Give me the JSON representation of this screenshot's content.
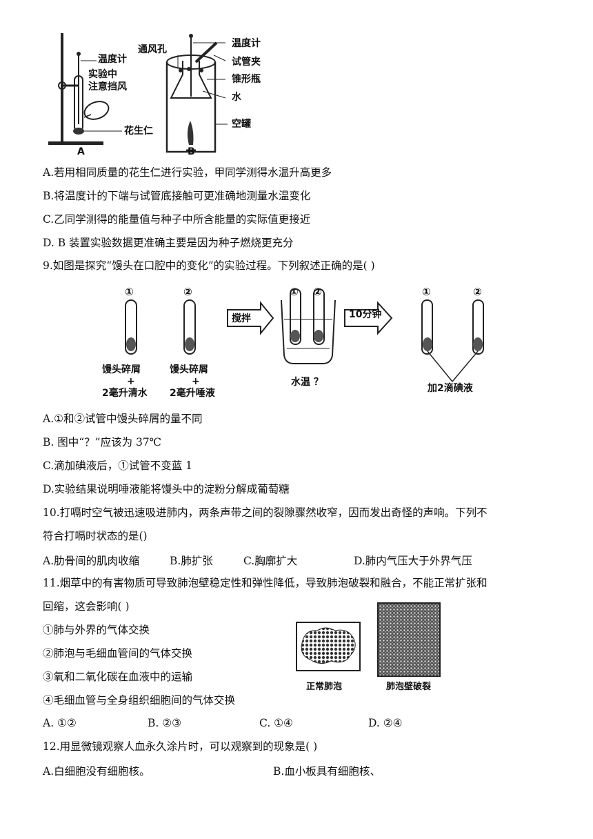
{
  "fig8": {
    "a_thermometer": "温度计",
    "a_note1": "实验中",
    "a_note2": "注意挡风",
    "a_peanut": "花生仁",
    "a_caption": "A",
    "b_vent": "通风孔",
    "b_thermometer": "温度计",
    "b_clamp": "试管夹",
    "b_flask": "锥形瓶",
    "b_water": "水",
    "b_can": "空罐",
    "b_caption": "B"
  },
  "q8": {
    "a": "A.若用相同质量的花生仁进行实验，甲同学测得水温升高更多",
    "b": "B.将温度计的下端与试管底接触可更准确地测量水温变化",
    "c": "C.乙同学测得的能量值与种子中所含能量的实际值更接近",
    "d": "D. B 装置实验数据更准确主要是因为种子燃烧更充分"
  },
  "q9": {
    "stem": "9.如图是探究“馒头在口腔中的变化”的实验过程。下列叙述正确的是(      )",
    "fig": {
      "tube1": "①",
      "tube2": "②",
      "label1a": "馒头碎屑",
      "plus": "+",
      "label1b": "2毫升清水",
      "label2a": "馒头碎屑",
      "label2b": "2毫升唾液",
      "arrow1": "搅拌",
      "water_temp": "水温 ？",
      "arrow2": "10分钟",
      "iodine": "加2滴碘液"
    },
    "a": "A.①和②试管中馒头碎屑的量不同",
    "b": "B. 图中“？”应该为 37℃",
    "c": "C.滴加碘液后，①试管不变蓝  1",
    "d": "D.实验结果说明唾液能将馒头中的淀粉分解成葡萄糖"
  },
  "q10": {
    "stem1": "10.打嗝时空气被迅速吸进肺内，两条声带之间的裂隙骤然收窄，因而发出奇怪的声响。下列不",
    "stem2": "符合打嗝时状态的是()",
    "a": "A.肋骨间的肌肉收缩",
    "b": "B.肺扩张",
    "c": "C.胸廓扩大",
    "d": "D.肺内气压大于外界气压"
  },
  "q11": {
    "stem1": "11.烟草中的有害物质可导致肺泡壁稳定性和弹性降低，导致肺泡破裂和融合，不能正常扩张和",
    "stem2": "回缩，这会影响(      )",
    "i1": "①肺与外界的气体交换",
    "i2": "②肺泡与毛细血管间的气体交换",
    "i3": "③氧和二氧化碳在血液中的运输",
    "i4": "④毛细血管与全身组织细胞间的气体交换",
    "fig_normal": "正常肺泡",
    "fig_broken": "肺泡壁破裂",
    "a": "A.  ①②",
    "b": "B.  ②③",
    "c": "C.  ①④",
    "d": "D.  ②④"
  },
  "q12": {
    "stem": "12.用显微镜观察人血永久涂片时，可以观察到的现象是(      )",
    "a": "A.白细胞没有细胞核。",
    "b": "B.血小板具有细胞核、"
  }
}
